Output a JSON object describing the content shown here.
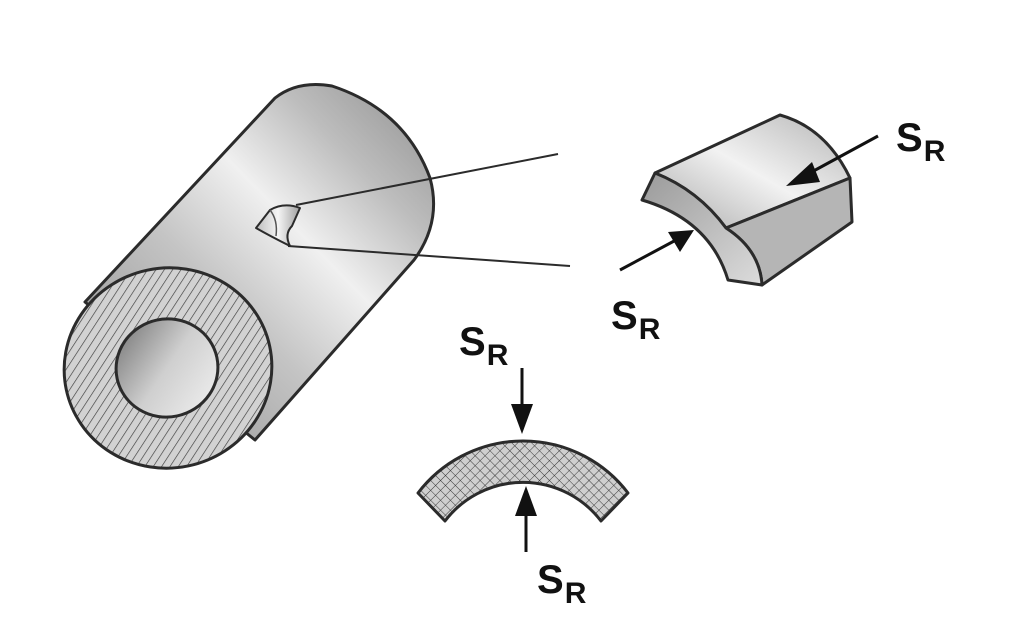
{
  "labels": {
    "sr_right": {
      "main": "S",
      "sub": "R"
    },
    "sr_left": {
      "main": "S",
      "sub": "R"
    },
    "sr_top": {
      "main": "S",
      "sub": "R"
    },
    "sr_bottom": {
      "main": "S",
      "sub": "R"
    }
  },
  "colors": {
    "outline": "#2b2b2b",
    "metal_dark": "#8a8a8a",
    "metal_light": "#e6e6e6",
    "hatch_bg": "#d2d2d2"
  }
}
